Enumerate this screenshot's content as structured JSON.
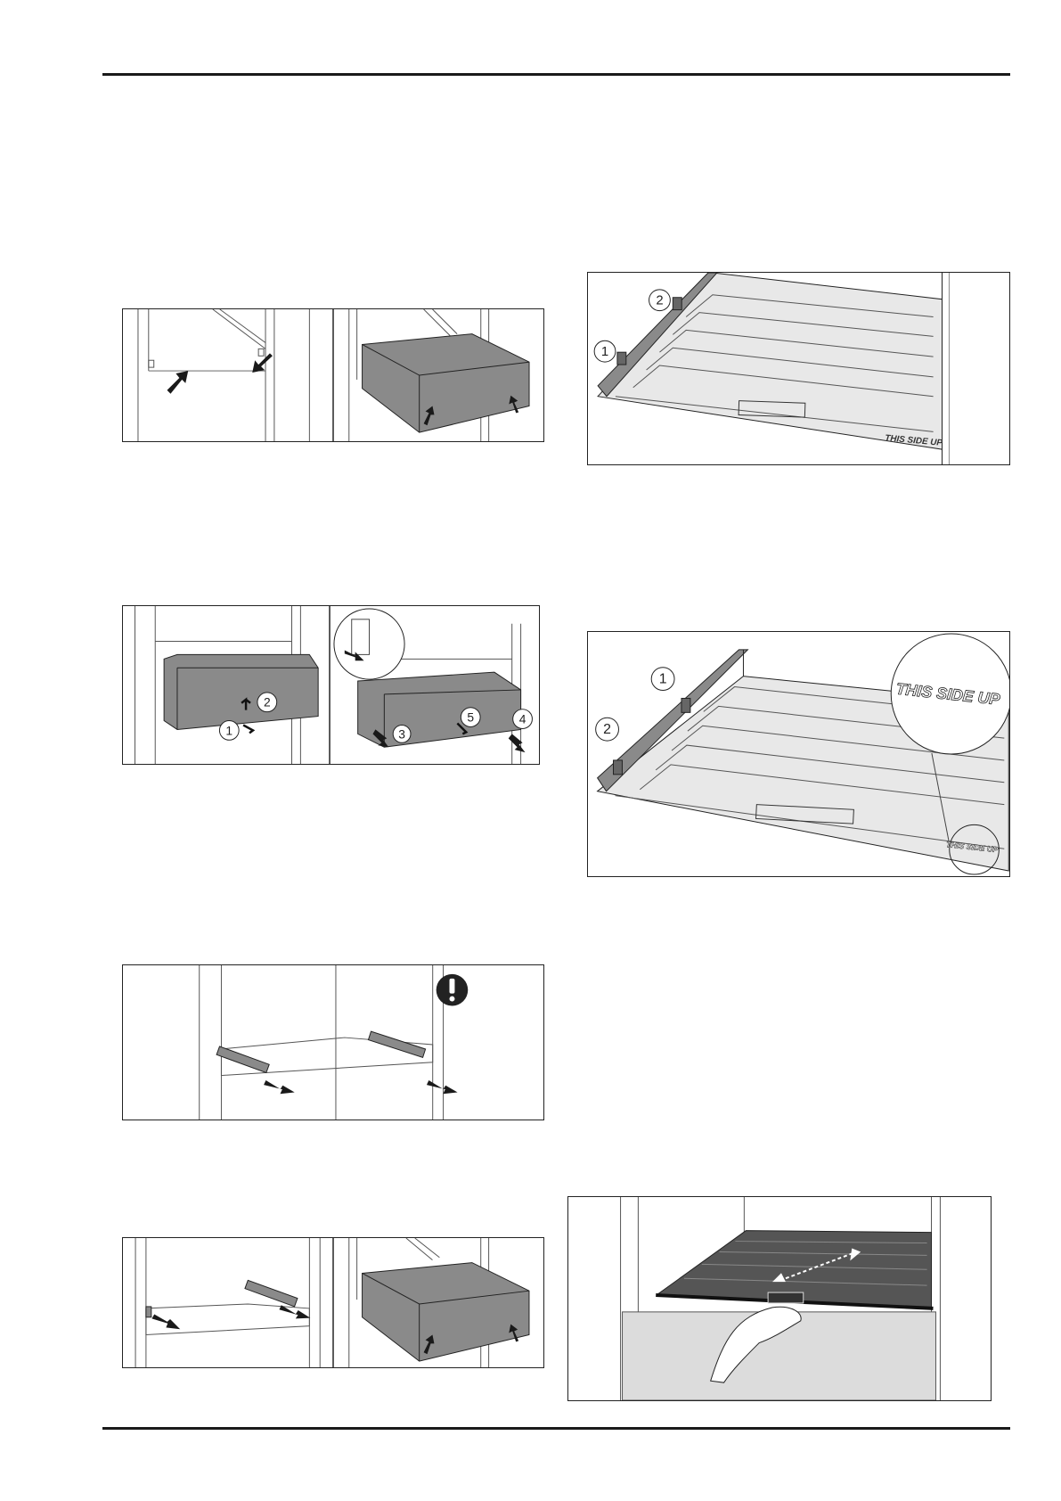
{
  "figures": {
    "fig_a": {
      "callouts": []
    },
    "fig_b": {
      "callouts": [
        "1",
        "2",
        "3",
        "4",
        "5"
      ]
    },
    "fig_c": {
      "callouts": [],
      "warning_icon": "exclamation-icon"
    },
    "fig_d": {
      "callouts": []
    },
    "fig_e": {
      "callouts": [
        "1",
        "2"
      ],
      "label": "THIS SIDE UP"
    },
    "fig_f": {
      "callouts": [
        "1",
        "2"
      ],
      "label": "THIS SIDE UP",
      "label_zoom": "THIS SIDE UP"
    },
    "fig_g": {
      "callouts": []
    }
  },
  "colors": {
    "ink": "#1a1a1a",
    "drawer_fill": "#8a8a8a",
    "shelf_fill": "#dcdcdc",
    "dark_shelf": "#555555"
  }
}
